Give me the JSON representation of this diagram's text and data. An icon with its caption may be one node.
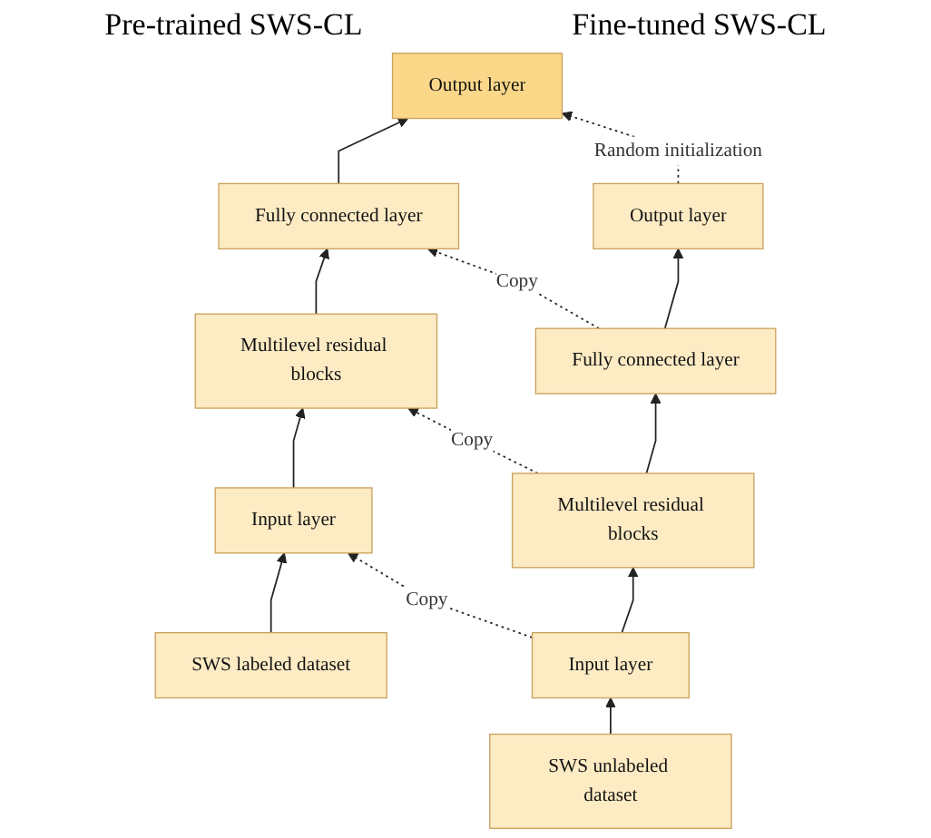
{
  "diagram": {
    "nodes": [
      {
        "text": [
          "Output layer"
        ]
      },
      {
        "text": [
          "Output layer"
        ]
      },
      {
        "text": [
          "Fully connected layer"
        ]
      },
      {
        "text": [
          "Fully connected layer"
        ]
      },
      {
        "text": [
          "Multilevel residual blocks"
        ]
      },
      {
        "text": [
          "Multilevel residual blocks"
        ]
      },
      {
        "text": [
          "Input layer"
        ]
      },
      {
        "text": [
          "Input layer"
        ]
      },
      {
        "text": [
          "SWS unlabeled dataset"
        ]
      },
      {
        "text": [
          "SWS labeled dataset"
        ]
      }
    ],
    "edges": [
      {
        "from": 8,
        "to": 6,
        "arrow": "to"
      },
      {
        "from": 6,
        "to": 4,
        "arrow": "to"
      },
      {
        "from": 4,
        "to": 2,
        "arrow": "to"
      },
      {
        "from": 2,
        "to": 0,
        "arrow": "to"
      },
      {
        "from": 9,
        "to": 7,
        "arrow": "to"
      },
      {
        "from": 7,
        "to": 5,
        "arrow": "to"
      },
      {
        "from": 5,
        "to": 3,
        "arrow": "to"
      },
      {
        "from": 3,
        "to": 1,
        "arrow": "to"
      },
      {
        "from": 0,
        "to": 1,
        "arrow": "to",
        "label": "Random initialization",
        "style": "dashed"
      },
      {
        "from": 2,
        "to": 3,
        "arrow": "to",
        "label": "Copy",
        "style": "dashed"
      },
      {
        "from": 4,
        "to": 5,
        "arrow": "to",
        "label": "Copy",
        "style": "dashed"
      },
      {
        "from": 6,
        "to": 7,
        "arrow": "to",
        "label": "Copy",
        "style": "dashed"
      }
    ],
    "labels": [
      "Pre-trained SWS-CL",
      "Fine-tuned SWS-CL"
    ]
  }
}
